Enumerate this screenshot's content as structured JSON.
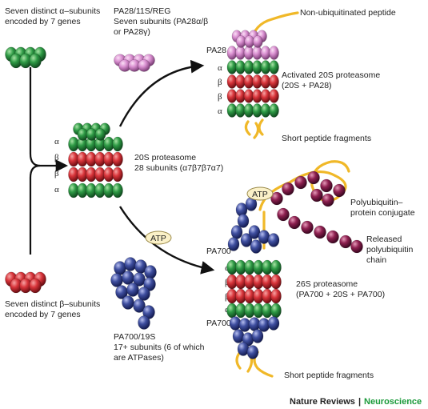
{
  "alpha_subunits": {
    "line1": "Seven distinct α–subunits",
    "line2": "encoded by 7 genes"
  },
  "beta_subunits": {
    "line1": "Seven distinct β–subunits",
    "line2": "encoded by 7 genes"
  },
  "pa28_caption": {
    "line1": "PA28/11S/REG",
    "line2": "Seven subunits (PA28α/β",
    "line3": "or PA28γ)"
  },
  "proteasome_20s": {
    "line1": "20S proteasome",
    "line2": "28 subunits (α7β7β7α7)",
    "ring_labels": [
      "α",
      "β",
      "β",
      "α"
    ]
  },
  "activated_complex": {
    "non_ubiquitinated": "Non-ubiquitinated peptide",
    "line1": "Activated 20S proteasome",
    "line2": "(20S + PA28)",
    "ring_labels": [
      "PA28",
      "α",
      "β",
      "β",
      "α"
    ],
    "fragments": "Short peptide fragments"
  },
  "atp_label": "ATP",
  "pa700_caption": {
    "line1": "PA700/19S",
    "line2": "17+ subunits (6 of which",
    "line3": "are ATPases)"
  },
  "proteasome_26s": {
    "ring_labels": [
      "PA700",
      "α",
      "β",
      "β",
      "α",
      "PA700"
    ],
    "line1": "26S proteasome",
    "line2": "(PA700 + 20S + PA700)",
    "atp": "ATP",
    "conjugate_line1": "Polyubiquitin–",
    "conjugate_line2": "protein conjugate",
    "released_line1": "Released",
    "released_line2": "polyubiquitin",
    "released_line3": "chain",
    "fragments": "Short peptide fragments"
  },
  "footer": {
    "journal": "Nature Reviews",
    "separator": "|",
    "section": "Neuroscience"
  },
  "colors": {
    "alpha": "#2e9a45",
    "beta": "#d8343a",
    "pa28": "#d98fd0",
    "pa700": "#3f4fa0",
    "ubiquitin": "#8e2050",
    "peptide": "#f0b828",
    "journal_green": "#1a9a3a"
  }
}
